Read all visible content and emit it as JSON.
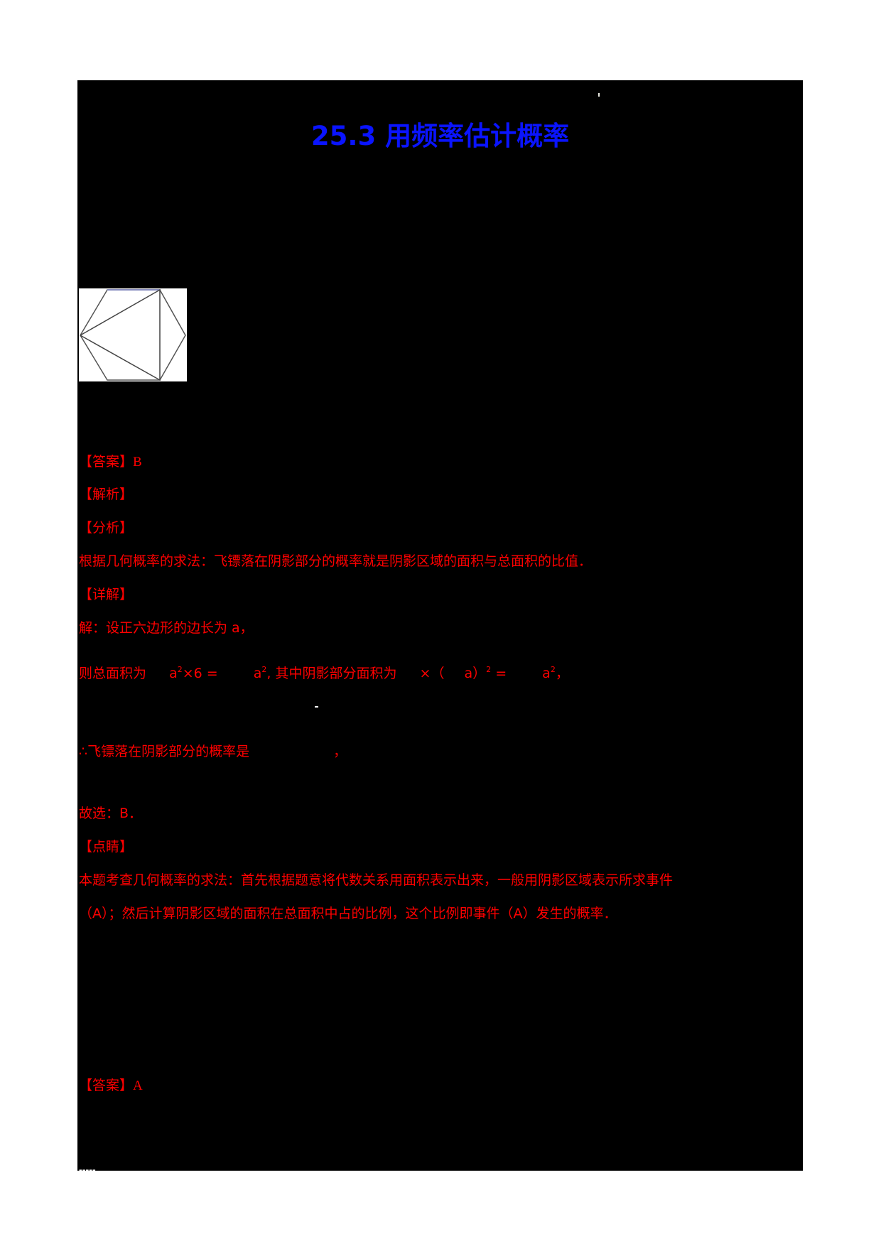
{
  "title": "25.3 用频率估计概率",
  "figure": {
    "type": "regular-hexagon-with-inscribed-triangle",
    "stroke": "#555555"
  },
  "solution1": {
    "answer_label": "【答案】",
    "answer_value": "B",
    "analysis_label": "【解析】",
    "fenxi_label": "【分析】",
    "fenxi_text": "根据几何概率的求法：飞镖落在阴影部分的概率就是阴影区域的面积与总面积的比值．",
    "detail_label": "【详解】",
    "detail_line1": "解：设正六边形的边长为 a，",
    "detail_line2": {
      "p1": "则总面积为",
      "p2": "a",
      "p2_sup": "2",
      "p3": "×6 =",
      "p4": "a",
      "p4_sup": "2",
      "p5": ", 其中阴影部分面积为",
      "p6": "×（",
      "p7": "a）",
      "p7_sup": "2",
      "p8": " =",
      "p9": "a",
      "p9_sup": "2",
      "p10": "，"
    },
    "conclusion_prefix": "∴飞镖落在阴影部分的概率是",
    "conclusion_suffix": "，",
    "choose": "故选：B．",
    "dianjing_label": "【点睛】",
    "dianjing_line1": "本题考查几何概率的求法：首先根据题意将代数关系用面积表示出来，一般用阴影区域表示所求事件",
    "dianjing_line2": "（A）；然后计算阴影区域的面积在总面积中占的比例，这个比例即事件（A）发生的概率．"
  },
  "solution2": {
    "answer_label": "【答案】",
    "answer_value": "A"
  },
  "colors": {
    "title": "#0a14ff",
    "body_text": "#ff0000",
    "page_bg": "#000000"
  }
}
